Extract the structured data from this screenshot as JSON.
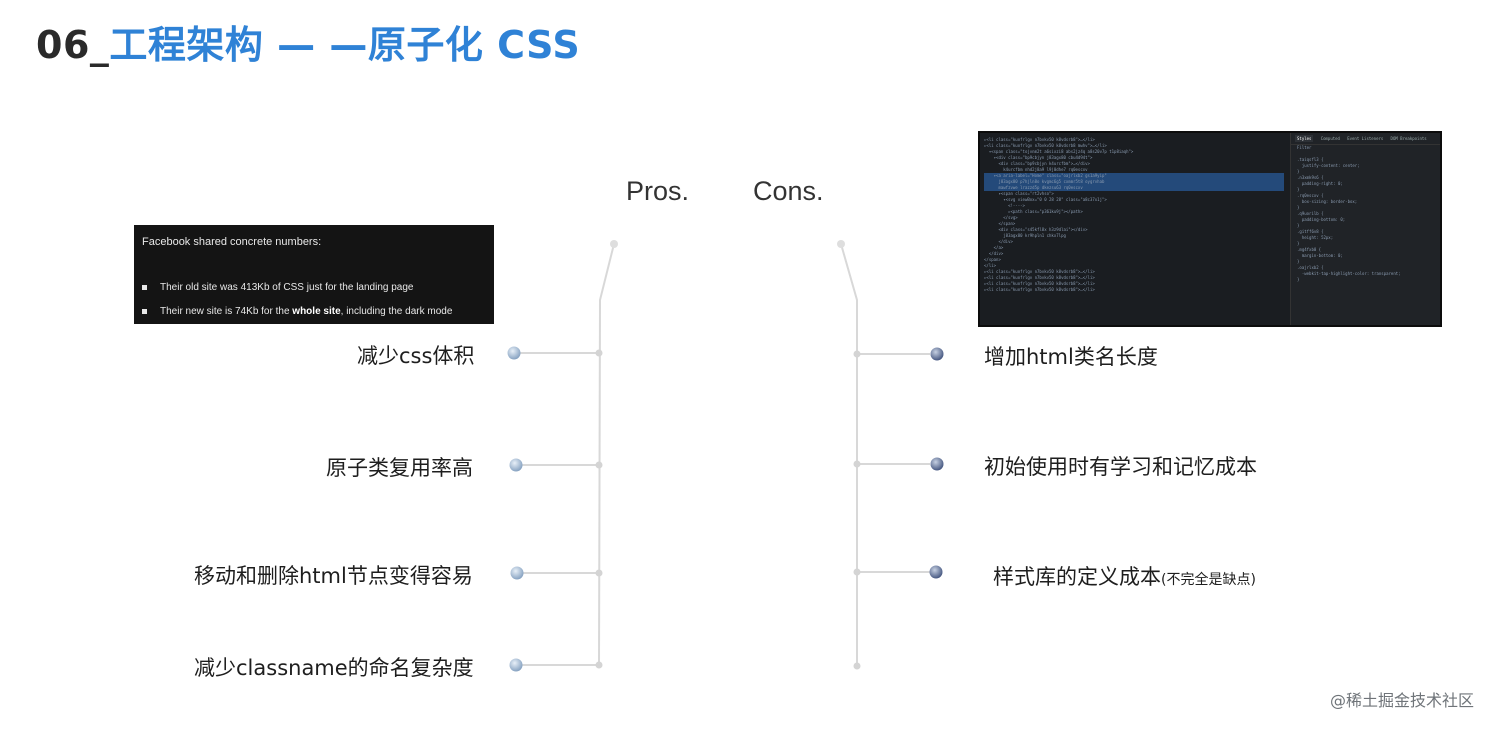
{
  "title": {
    "number": "06_",
    "text": "工程架构 — —原子化 CSS"
  },
  "facebook_card": {
    "heading": "Facebook shared concrete numbers:",
    "bullets": [
      {
        "before": "Their old site was 413Kb of CSS just for the landing page",
        "bold": "",
        "after": ""
      },
      {
        "before": "Their new site is 74Kb for the ",
        "bold": "whole site",
        "after": ", including the dark mode"
      }
    ]
  },
  "pros_label": "Pros.",
  "cons_label": "Cons.",
  "pros": [
    "减少css体积",
    "原子类复用率高",
    "移动和删除html节点变得容易",
    "减少classname的命名复杂度"
  ],
  "cons": [
    {
      "text": "增加html类名长度",
      "note": ""
    },
    {
      "text": "初始使用时有学习和记忆成本",
      "note": ""
    },
    {
      "text": "样式库的定义成本",
      "note": "(不完全是缺点)"
    }
  ],
  "devtools": {
    "tabs": [
      "Styles",
      "Computed",
      "Event Listeners",
      "DOM Breakpoints"
    ],
    "filter_placeholder": "Filter"
  },
  "watermark": "@稀土掘金技术社区",
  "colors": {
    "title_accent": "#2f82d6",
    "pros_dot": "#8fa9c7",
    "cons_dot": "#4d5f8a",
    "connector": "#d8d8d8"
  }
}
